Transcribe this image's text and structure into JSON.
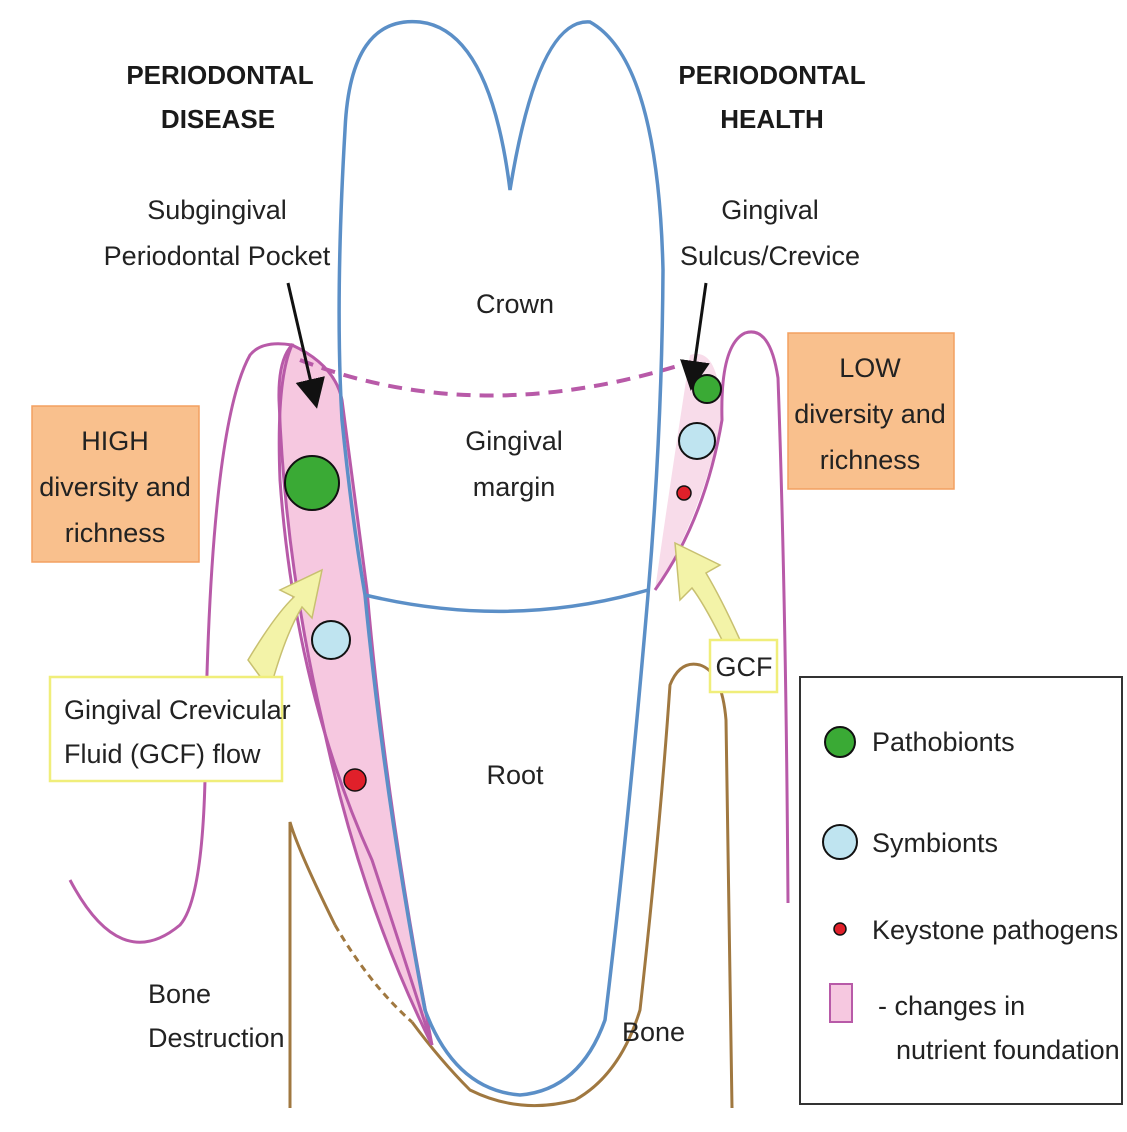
{
  "headings": {
    "disease": [
      "PERIODONTAL",
      "DISEASE"
    ],
    "health": [
      "PERIODONTAL",
      "HEALTH"
    ]
  },
  "labels": {
    "subgingival": [
      "Subgingival",
      "Periodontal Pocket"
    ],
    "gingival_sulcus": [
      "Gingival",
      "Sulcus/Crevice"
    ],
    "crown": "Crown",
    "gingival_margin": [
      "Gingival",
      "margin"
    ],
    "root": "Root",
    "bone_destruction": [
      "Bone",
      "Destruction"
    ],
    "bone": "Bone"
  },
  "boxes": {
    "high_diversity": [
      "HIGH",
      "diversity and",
      "richness"
    ],
    "low_diversity": [
      "LOW",
      "diversity and",
      "richness"
    ],
    "gcf_flow": [
      "Gingival Crevicular",
      "Fluid (GCF) flow"
    ],
    "gcf": "GCF"
  },
  "legend": {
    "pathobionts": "Pathobionts",
    "symbionts": "Symbionts",
    "keystone": "Keystone pathogens",
    "nutrient": [
      "- changes in",
      "nutrient foundation"
    ]
  },
  "colors": {
    "tooth_outline": "#5b8fc7",
    "gingiva_outline": "#b85aa8",
    "pocket_fill": "#f6c8e0",
    "bone_outline": "#a07840",
    "pathobiont": "#3aaa35",
    "symbiont": "#bfe4f0",
    "keystone": "#e0202a",
    "orange_box": "#f9c08d",
    "gcf_arrow": "#f3f3a8",
    "gcf_box_border": "#f0ee7a"
  }
}
